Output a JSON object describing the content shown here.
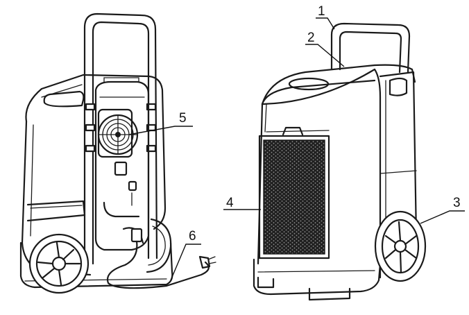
{
  "callouts": [
    {
      "id": "1",
      "label": "1"
    },
    {
      "id": "2",
      "label": "2"
    },
    {
      "id": "3",
      "label": "3"
    },
    {
      "id": "4",
      "label": "4"
    },
    {
      "id": "5",
      "label": "5"
    },
    {
      "id": "6",
      "label": "6"
    }
  ],
  "colors": {
    "line": "#1a1a1a",
    "background": "#ffffff",
    "grille": "#222222"
  }
}
